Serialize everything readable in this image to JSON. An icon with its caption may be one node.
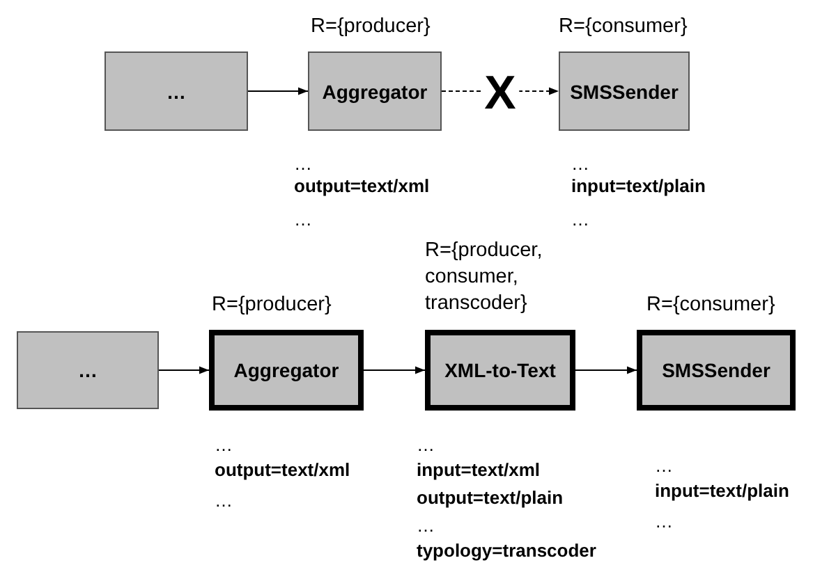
{
  "diagram": {
    "nodes": [
      {
        "text": [
          "…"
        ]
      },
      {
        "text": [
          "R={producer}",
          "Aggregator"
        ],
        "beside": [
          "…",
          "output=text/xml",
          "…"
        ]
      },
      {
        "text": [
          "R={consumer}",
          "SMSSender"
        ],
        "beside": [
          "…",
          "input=text/plain",
          "…"
        ]
      },
      {
        "text": [
          "…"
        ]
      },
      {
        "text": [
          "R={producer}",
          "Aggregator"
        ],
        "beside": [
          "…",
          "output=text/xml",
          "…"
        ]
      },
      {
        "text": [
          "R={producer, consumer, transcoder}",
          "XML-to-Text"
        ],
        "beside": [
          "…",
          "input=text/xml",
          "output=text/plain",
          "…",
          "typology=transcoder"
        ]
      },
      {
        "text": [
          "R={consumer}",
          "SMSSender"
        ],
        "beside": [
          "…",
          "input=text/plain",
          "…"
        ]
      }
    ],
    "edges": [
      {
        "from": 0,
        "to": 1,
        "arrow": "to"
      },
      {
        "from": 1,
        "to": 2,
        "arrow": "to",
        "style": "dashed",
        "label": "X"
      },
      {
        "from": 3,
        "to": 4,
        "arrow": "to"
      },
      {
        "from": 4,
        "to": 5,
        "arrow": "to"
      },
      {
        "from": 5,
        "to": 6,
        "arrow": "to"
      }
    ]
  }
}
